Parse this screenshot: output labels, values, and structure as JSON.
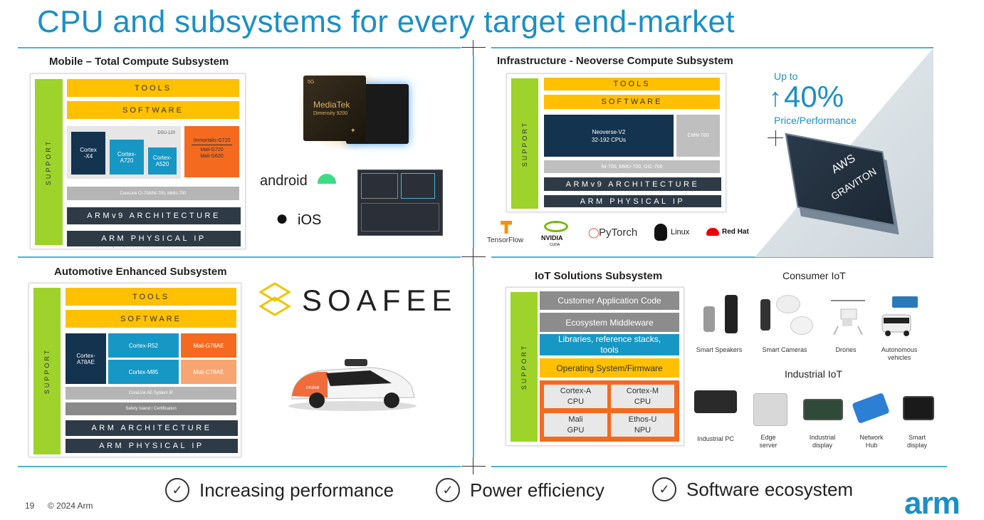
{
  "title": "CPU and subsystems for every target end-market",
  "mobile": {
    "title": "Mobile – Total Compute Subsystem",
    "support": "SUPPORT",
    "tools": "TOOLS",
    "software": "SOFTWARE",
    "dsu": "DSU-120",
    "cortex_x4": "Cortex\n-X4",
    "cortex_a720": "Cortex-\nA720",
    "cortex_a520": "Cortex-\nA520",
    "immortalis": "Immortalis-G720",
    "mali": "Mali-G720\nMali-G620",
    "corelink": "CoreLink CI-700/NI-700, MMU-700",
    "architecture": "ARMv9 ARCHITECTURE",
    "physical_ip": "ARM PHYSICAL IP",
    "chip_badge": "5G",
    "chip_brand": "MediaTek",
    "chip_model": "Dimensity 9200",
    "android": "android",
    "ios": "iOS"
  },
  "infra": {
    "title": "Infrastructure - Neoverse Compute Subsystem",
    "support": "SUPPORT",
    "tools": "TOOLS",
    "software": "SOFTWARE",
    "neoverse": "Neoverse-V2\n32-192 CPUs",
    "cmn": "CMN-700",
    "ni": "NI-700, MMU-700, GIC-700",
    "architecture": "ARMv9 ARCHITECTURE",
    "physical_ip": "ARM PHYSICAL IP",
    "up_to": "Up to",
    "percent": "40%",
    "price_perf": "Price/Performance",
    "graviton_line1": "AWS",
    "graviton_line2": "GRAVITON",
    "logos": {
      "tensorflow": "TensorFlow",
      "nvidia": "NVIDIA",
      "cuda": "CUDA",
      "pytorch": "PyTorch",
      "linux": "Linux",
      "redhat": "Red Hat"
    }
  },
  "auto": {
    "title": "Automotive Enhanced Subsystem",
    "support": "SUPPORT",
    "tools": "TOOLS",
    "software": "SOFTWARE",
    "cortex_a78ae": "Cortex-\nA78AE",
    "cortex_r52": "Cortex-R52",
    "cortex_m85": "Cortex-M85",
    "mali_g78ae": "Mali-G78AE",
    "mali_c78ae": "Mali-C78AE",
    "corelink": "CoreLink AE System IP",
    "safety": "Safety Island / Certification",
    "architecture": "ARM ARCHITECTURE",
    "physical_ip": "ARM PHYSICAL IP",
    "soafee": "SOAFEE",
    "car_brand": "cruise"
  },
  "iot": {
    "title": "IoT Solutions Subsystem",
    "support": "SUPPORT",
    "customer_app": "Customer Application Code",
    "middleware": "Ecosystem Middleware",
    "libraries": "Libraries, reference stacks,\ntools",
    "os": "Operating System/Firmware",
    "cortex_a": "Cortex-A\nCPU",
    "cortex_m": "Cortex-M\nCPU",
    "mali": "Mali\nGPU",
    "ethos": "Ethos-U\nNPU",
    "consumer_title": "Consumer IoT",
    "industrial_title": "Industrial IoT",
    "consumer_devices": [
      "Smart Speakers",
      "Smart Cameras",
      "Drones",
      "Autonomous\nvehicles"
    ],
    "industrial_devices": [
      "Industrial PC",
      "Edge\nserver",
      "Industrial\ndisplay",
      "Network\nHub",
      "Smart\ndisplay"
    ]
  },
  "benefits": [
    "Increasing performance",
    "Power efficiency",
    "Software ecosystem"
  ],
  "footer": {
    "page": "19",
    "copyright": "© 2024 Arm",
    "logo": "arm"
  },
  "colors": {
    "accent": "#1b8fc7",
    "support_green": "#9dd32a",
    "tools_yellow": "#ffc000",
    "arch_dark": "#2e3a46",
    "orange": "#f46a1f",
    "teal": "#1797c4",
    "navy": "#13334e"
  }
}
